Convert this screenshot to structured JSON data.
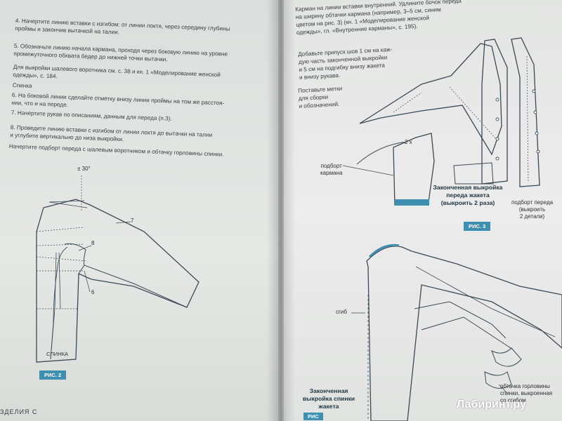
{
  "left_page": {
    "para_4": "4. Начертите линию вставки с изгибом: от линии локтя, через середину глубины\nпроймы и закончив вытачкой на талии.",
    "para_5": "5. Обозначьте линию начала кармана, проходя через боковую линию на уровне\nпромежуточного обхвата бедер до нижней точки вытачки.",
    "para_collar": "Для выкройки шалевого воротника см. с. 38 и кн. 1 «Моделирование женской\nодежды», с. 184.",
    "back_heading": "Спинка",
    "para_6": "6. На боковой линии сделайте отметку внизу линии проймы на том же расстоя-\nнии, что и на переде.",
    "para_7": "7. Начертите рукав по описаниям, данным для переда (п.3).",
    "para_8": "8. Проведите линию вставки с изгибом от линии локтя до вытачки на талии\nи углубите вертикально до низа выкройки.",
    "para_final": "Начертите подборт переда с шалевым воротником и обтачку горловины спинки.",
    "angle_label": "± 30°",
    "num_7": "7",
    "num_8": "8",
    "num_6": "6",
    "back_label": "СПИНКА",
    "fig_badge": "РИС. 2",
    "footer": "ЗДЕЛИЯ С"
  },
  "right_page": {
    "para_pocket": "Карман на линии вставки внутренний. Удлините бочок переда\nна ширину обтачки кармана (например, 3–5 см, синим\nцветом на рис. 3) (кн. 1 «Моделирование женской\nодежды», гл. «Внутренние карманы», с. 195).",
    "para_seam": "Добавьте припуск шов 1 см на каж-\nдую часть законченной выкройки\nи 5 см на подгибку внизу жакета\nи внизу рукава.",
    "para_marks": "Поставьте метки\nдля сборки\nи обозначений.",
    "times_2": "2 х",
    "pocket_facing_label": "подборт\nкармана",
    "front_caption": "Законченная выкройка\nпереда жакета\n(выкроить 2 раза)",
    "facing_label": "подборт переда\n(выкроить\n2 детали)",
    "fig_badge": "РИС. 3",
    "fold_label": "сгиб",
    "neck_facing_label": "обтачка горловины\nспинки, выкроенная\nсо сгибом",
    "back_caption": "Законченная\nвыкройка спинки\nжакета",
    "fig_badge_partial": "РИС"
  },
  "watermark": "Лабиринт.ру",
  "colors": {
    "accent": "#3f8fb0",
    "line": "#3b4a55",
    "text": "#3a3d40"
  }
}
